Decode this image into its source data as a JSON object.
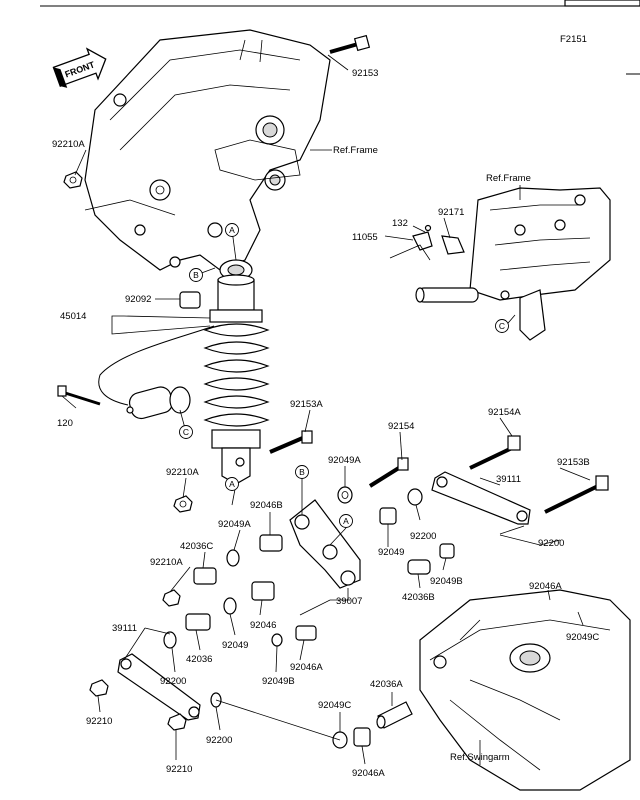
{
  "figure_code": "F2151",
  "front_label": "FRONT",
  "ref_labels": {
    "frame_main": "Ref.Frame",
    "frame_inset": "Ref.Frame",
    "swingarm": "Ref.Swingarm"
  },
  "callouts": {
    "A": "A",
    "B": "B",
    "C": "C"
  },
  "part_numbers": {
    "p92153_top": "92153",
    "p92210A_top": "92210A",
    "p132": "132",
    "p92171": "92171",
    "p11055": "11055",
    "p92092": "92092",
    "p45014": "45014",
    "p120": "120",
    "p92153A": "92153A",
    "p92154A": "92154A",
    "p92154": "92154",
    "p92153B": "92153B",
    "p39111_right": "39111",
    "p92049A_top": "92049A",
    "p92210A_mid": "92210A",
    "p92046B": "92046B",
    "p92049A_mid": "92049A",
    "p92200_upper": "92200",
    "p42036C": "42036C",
    "p92049_right": "92049",
    "p92200_right": "92200",
    "p92210A_low": "92210A",
    "p92049B_right": "92049B",
    "p42036B": "42036B",
    "p39007": "39007",
    "p92046A_right": "92046A",
    "p92049C_right": "92049C",
    "p39111_left": "39111",
    "p92046": "92046",
    "p92049_left": "92049",
    "p42036": "42036",
    "p92200_left": "92200",
    "p92046A_mid": "92046A",
    "p92049B_left": "92049B",
    "p92210_upper": "92210",
    "p92200_low": "92200",
    "p42036A": "42036A",
    "p92049C_low": "92049C",
    "p92046A_low": "92046A",
    "p92210_low": "92210"
  }
}
